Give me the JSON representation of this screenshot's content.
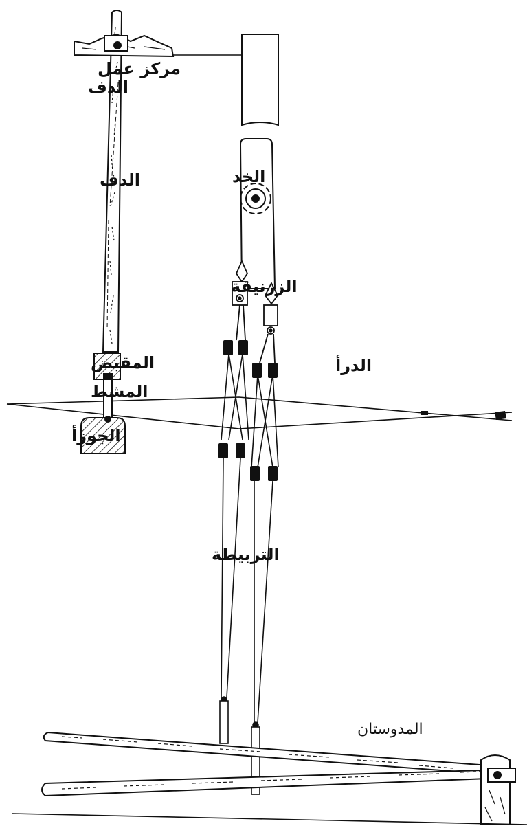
{
  "labels": {
    "reed_pivot_line1": "مركز عمل",
    "reed_pivot_line2": "الدف",
    "reed": "الدف",
    "cheek": "الخد",
    "lily": "الزرنيقة",
    "heddles": "الدرأ",
    "handle": "المقبض",
    "comb": "المشط",
    "nut": "الجوزأ",
    "tie": "التربيطة",
    "treadles": "المدوستان"
  },
  "colors": {
    "ink": "#111111",
    "background": "#ffffff"
  }
}
